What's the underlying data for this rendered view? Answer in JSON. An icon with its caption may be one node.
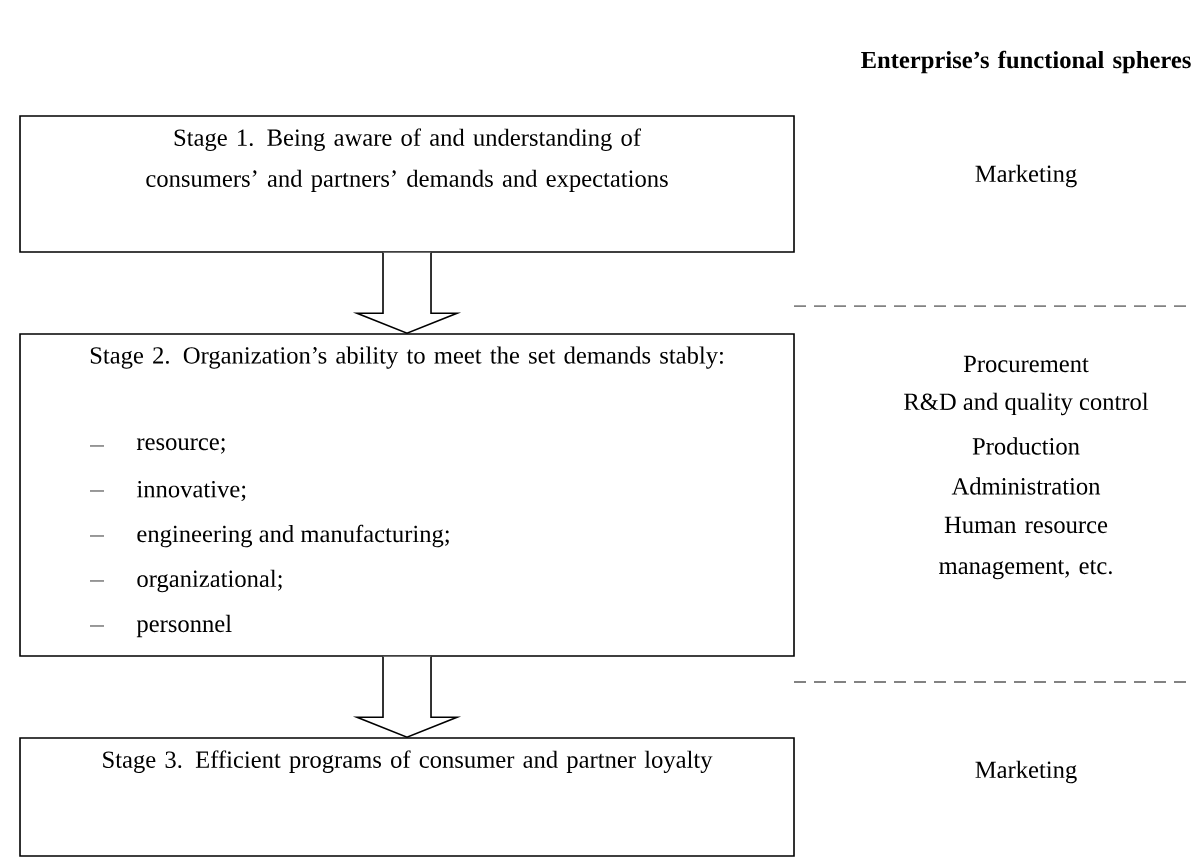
{
  "diagram": {
    "nodes": [
      {
        "text": [
          "Stage 1. Being aware of and understanding of consumers’ and partners’ demands and expectations"
        ]
      },
      {
        "text": [
          "Stage 2. Organization’s ability to meet the set demands stably:",
          "resource;",
          "innovative;",
          "engineering and manufacturing;",
          "organizational;",
          "personnel"
        ]
      },
      {
        "text": [
          "Stage 3. Efficient programs of consumer and partner loyalty"
        ]
      }
    ],
    "edges": [
      {
        "from": 0,
        "to": 1,
        "arrow": "to"
      },
      {
        "from": 1,
        "to": 2,
        "arrow": "to"
      }
    ],
    "labels": [
      "**Enterprise’s functional spheres**",
      "Marketing",
      "Procurement",
      "R&D and quality control",
      "Production",
      "Administration",
      "Human resource management, etc.",
      "Marketing"
    ]
  }
}
